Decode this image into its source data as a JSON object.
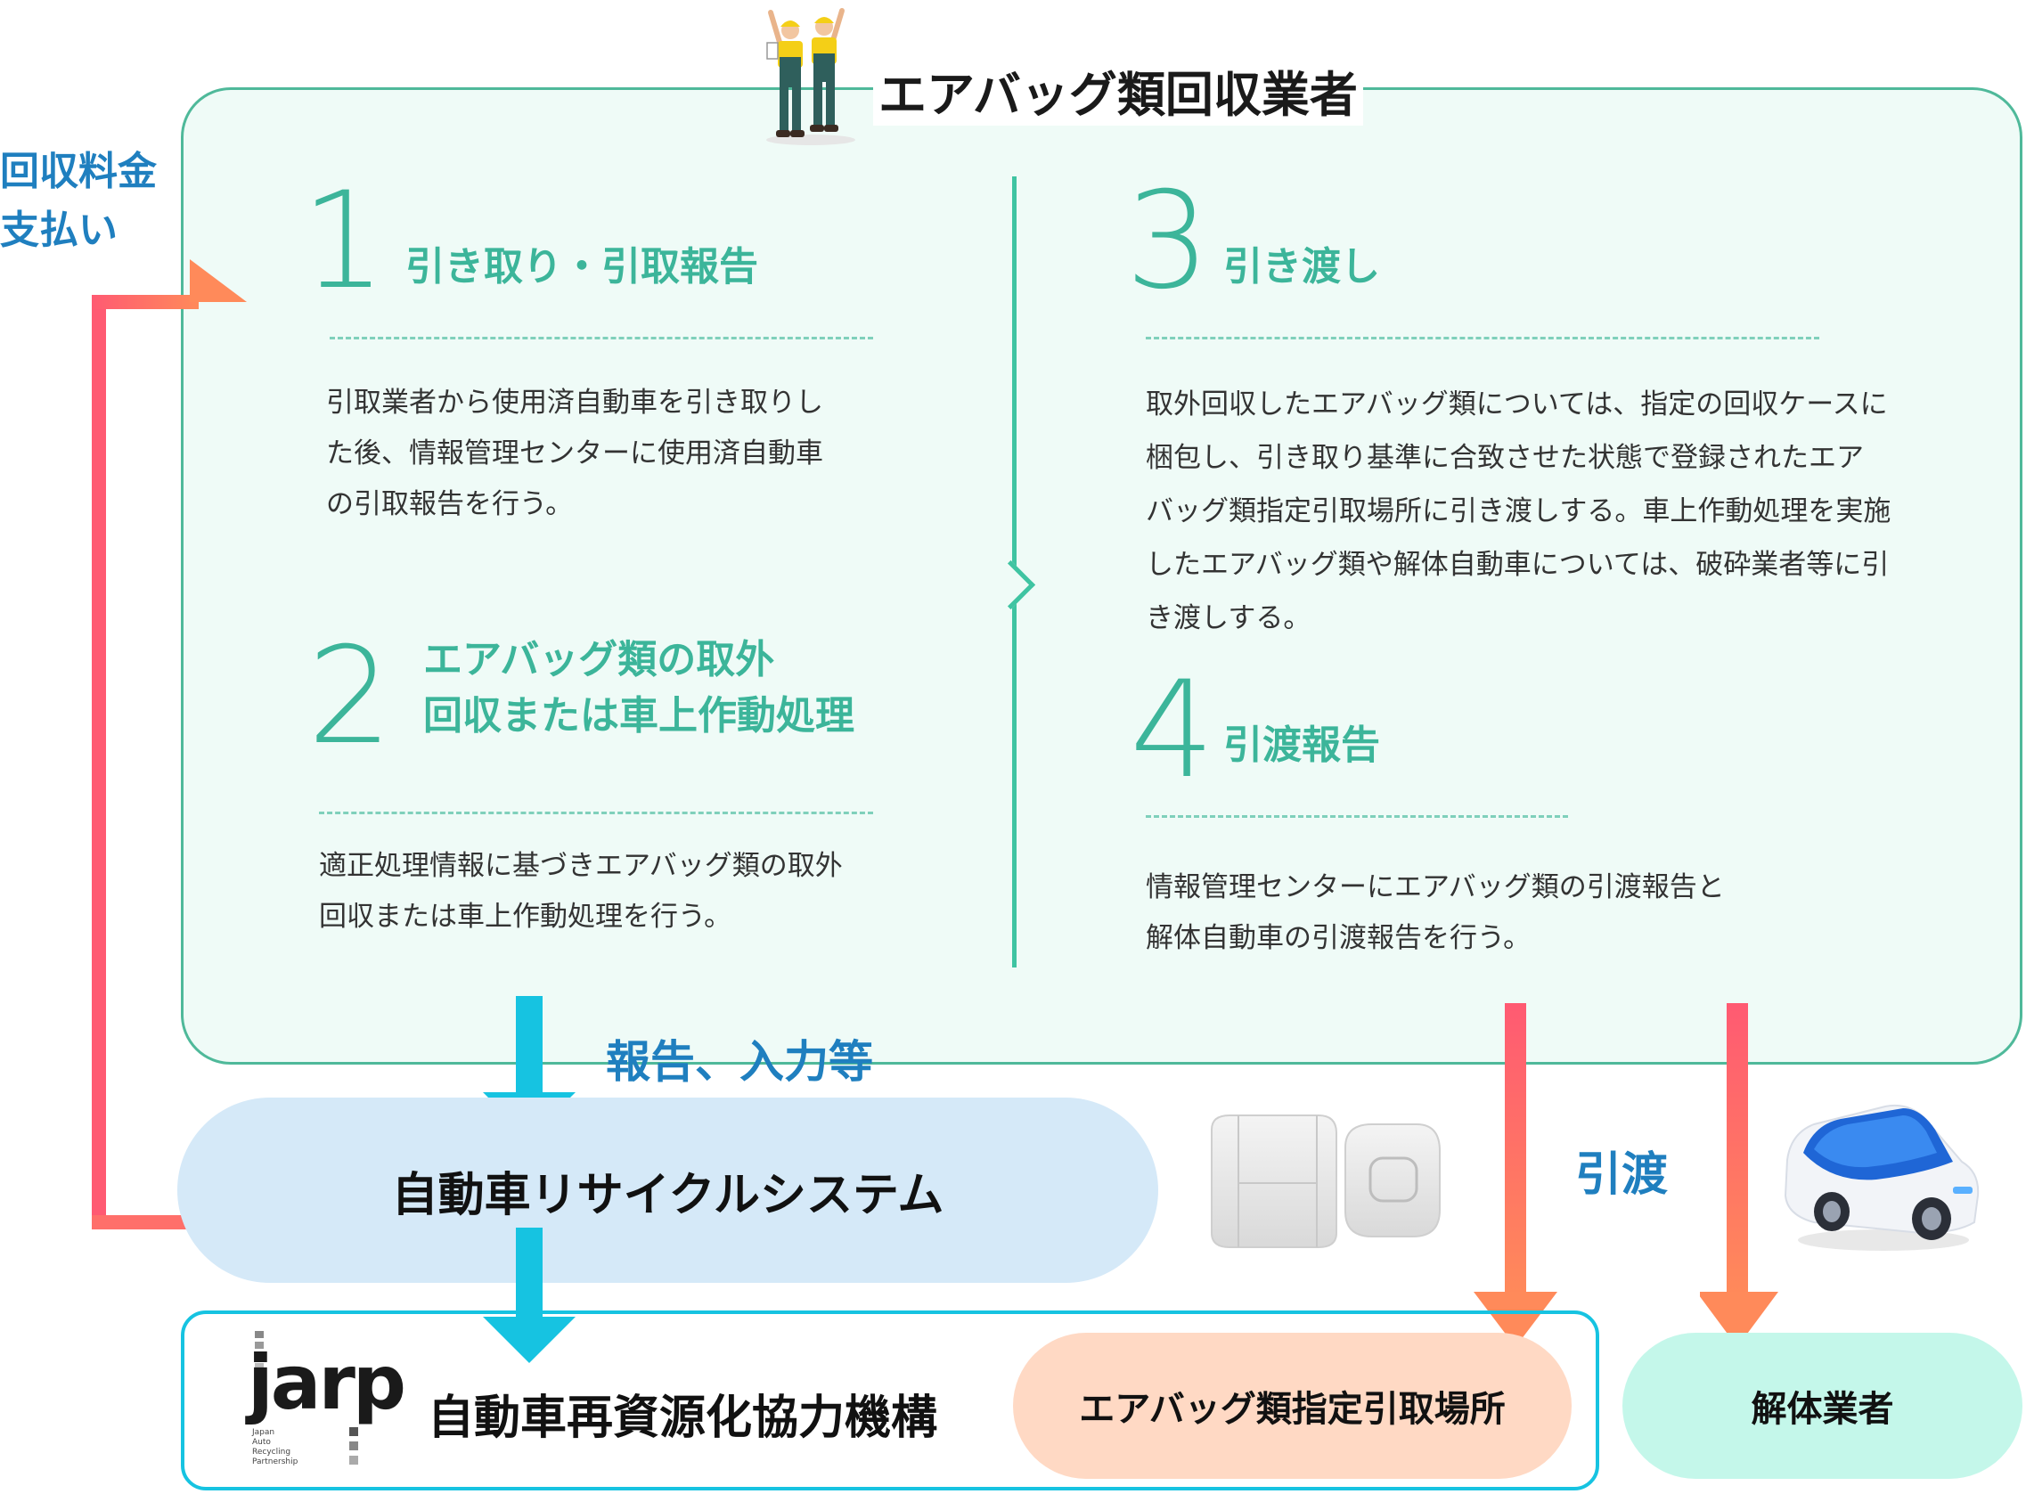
{
  "header": {
    "title": "エアバッグ類回収業者"
  },
  "payment": {
    "line1": "回収料金",
    "line2": "支払い"
  },
  "steps": [
    {
      "num": "1",
      "title": "引き取り・引取報告",
      "desc": [
        "引取業者から使用済自動車を引き取りし",
        "た後、情報管理センターに使用済自動車",
        "の引取報告を行う。"
      ]
    },
    {
      "num": "2",
      "title1": "エアバッグ類の取外",
      "title2": "回収または車上作動処理",
      "desc": [
        "適正処理情報に基づきエアバッグ類の取外",
        "回収または車上作動処理を行う。"
      ]
    },
    {
      "num": "3",
      "title": "引き渡し",
      "desc": [
        "取外回収したエアバッグ類については、指定の回収ケースに",
        "梱包し、引き取り基準に合致させた状態で登録されたエア",
        "バッグ類指定引取場所に引き渡しする。車上作動処理を実施",
        "したエアバッグ類や解体自動車については、破砕業者等に引",
        "き渡しする。"
      ]
    },
    {
      "num": "4",
      "title": "引渡報告",
      "desc": [
        "情報管理センターにエアバッグ類の引渡報告と",
        "解体自動車の引渡報告を行う。"
      ]
    }
  ],
  "flow": {
    "report_label": "報告、入力等",
    "handover_label": "引渡",
    "system": "自動車リサイクルシステム",
    "organization": "自動車再資源化協力機構",
    "designated_site": "エアバッグ類指定引取場所",
    "dismantler": "解体業者"
  },
  "logo": {
    "name": "jarp",
    "sub": [
      "Japan",
      "Auto",
      "Recycling",
      "Partnership"
    ]
  },
  "colors": {
    "teal": "#3cb59a",
    "panel_bg": "#effbf7",
    "cyan": "#16c3e1",
    "red": "#ff5a72",
    "orange": "#ff8a5a",
    "blue_text": "#1f7fbf",
    "system_pill": "#d5e9f8",
    "site_pill": "#ffd9c4",
    "dismantler_pill": "#c4f7ea"
  }
}
